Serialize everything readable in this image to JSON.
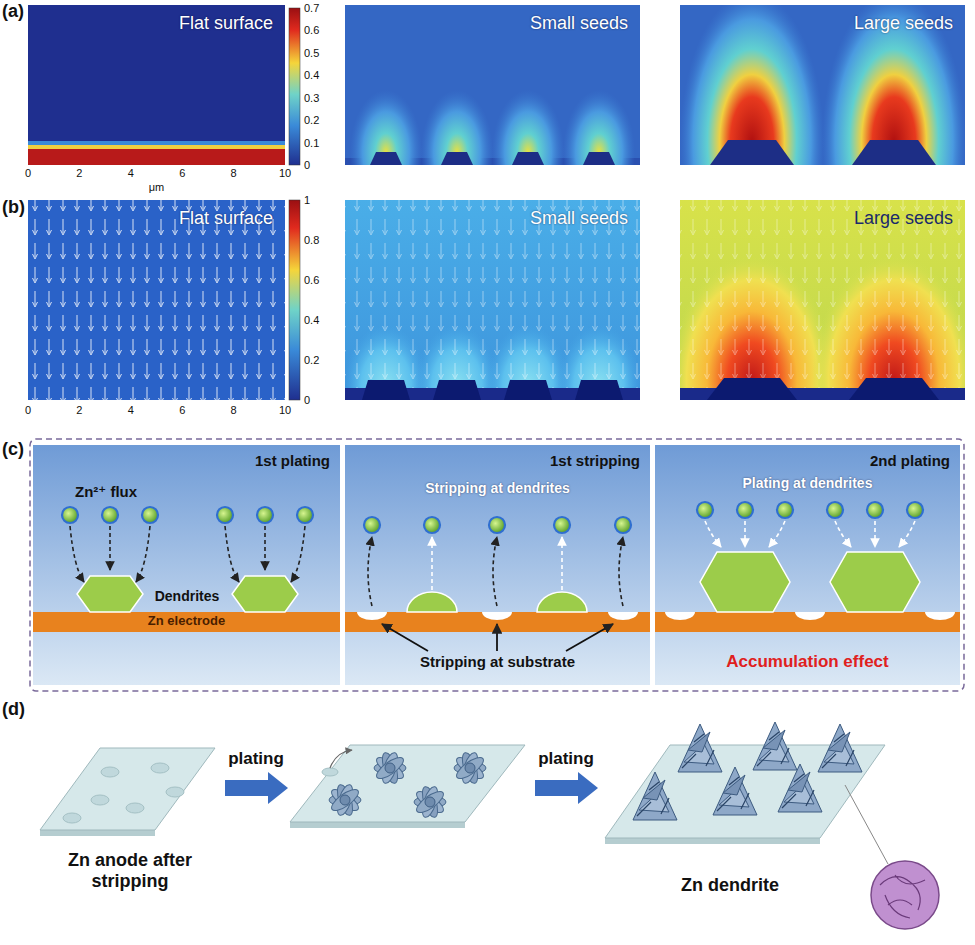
{
  "diagram": {
    "nodes": [
      {
        "text": [
          "Flat surface"
        ]
      },
      {
        "text": [
          "Small seeds"
        ]
      },
      {
        "text": [
          "Large seeds"
        ]
      },
      {
        "text": [
          "Flat surface"
        ]
      },
      {
        "text": [
          "Small seeds"
        ]
      },
      {
        "text": [
          "Large seeds"
        ]
      },
      {
        "text": [
          "1st plating",
          "Zn²⁺ flux",
          "Dendrites"
        ]
      },
      {
        "text": [
          "Zn electrode"
        ],
        "in": 6
      },
      {
        "text": [
          "1st stripping",
          "Stripping at dendrites",
          "Stripping at substrate"
        ]
      },
      {
        "text": [
          "2nd plating",
          "Plating at dendrites",
          "Accumulation effect"
        ]
      },
      {
        "text": [
          "Zn anode after stripping"
        ]
      },
      {
        "text": [
          "Zn dendrite"
        ]
      }
    ],
    "labels": [
      "(a)",
      "0.7",
      "0.6",
      "0.5",
      "0.4",
      "0.3",
      "0.2",
      "0.1",
      "0",
      "0",
      "2",
      "4",
      "6",
      "8",
      "10",
      "μm",
      "(b)",
      "1",
      "0.8",
      "0.6",
      "0.4",
      "0.2",
      "0",
      "0",
      "2",
      "4",
      "6",
      "8",
      "10",
      "(c)",
      "(d)",
      "plating",
      "plating"
    ]
  }
}
